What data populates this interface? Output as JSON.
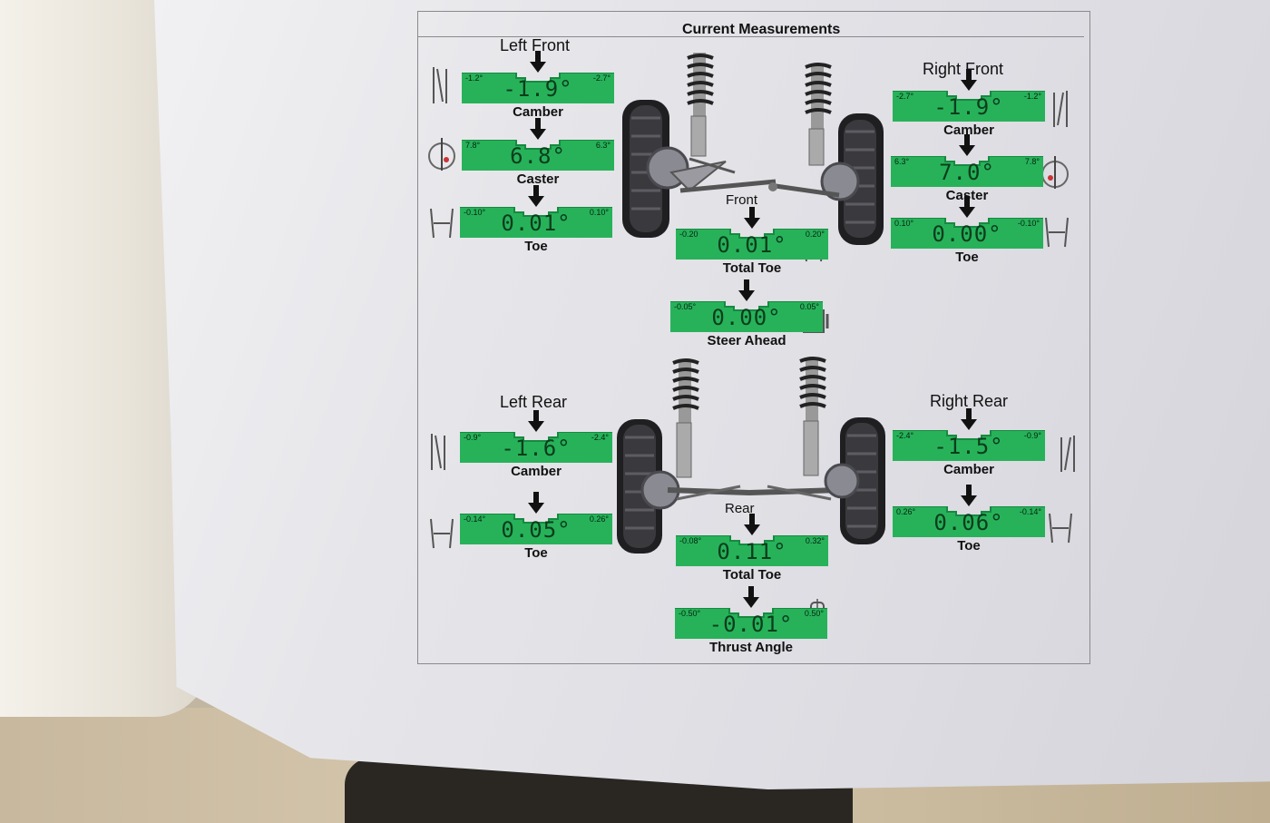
{
  "header": {
    "title": "Current Measurements"
  },
  "front": {
    "label": "Front",
    "left": {
      "title": "Left Front",
      "camber": {
        "label": "Camber",
        "value": "-1.9°",
        "min": "-1.2°",
        "max": "-2.7°"
      },
      "caster": {
        "label": "Caster",
        "value": "6.8°",
        "min": "7.8°",
        "max": "6.3°"
      },
      "toe": {
        "label": "Toe",
        "value": "0.01°",
        "min": "-0.10°",
        "max": "0.10°"
      }
    },
    "right": {
      "title": "Right Front",
      "camber": {
        "label": "Camber",
        "value": "-1.9°",
        "min": "-2.7°",
        "max": "-1.2°"
      },
      "caster": {
        "label": "Caster",
        "value": "7.0°",
        "min": "6.3°",
        "max": "7.8°"
      },
      "toe": {
        "label": "Toe",
        "value": "0.00°",
        "min": "0.10°",
        "max": "-0.10°"
      }
    },
    "total_toe": {
      "label": "Total Toe",
      "value": "0.01°",
      "min": "-0.20",
      "max": "0.20°"
    },
    "steer_ahead": {
      "label": "Steer Ahead",
      "value": "0.00°",
      "min": "-0.05°",
      "max": "0.05°"
    }
  },
  "rear": {
    "label": "Rear",
    "left": {
      "title": "Left Rear",
      "camber": {
        "label": "Camber",
        "value": "-1.6°",
        "min": "-0.9°",
        "max": "-2.4°"
      },
      "toe": {
        "label": "Toe",
        "value": "0.05°",
        "min": "-0.14°",
        "max": "0.26°"
      }
    },
    "right": {
      "title": "Right Rear",
      "camber": {
        "label": "Camber",
        "value": "-1.5°",
        "min": "-2.4°",
        "max": "-0.9°"
      },
      "toe": {
        "label": "Toe",
        "value": "0.06°",
        "min": "0.26°",
        "max": "-0.14°"
      }
    },
    "total_toe": {
      "label": "Total Toe",
      "value": "0.11°",
      "min": "-0.08°",
      "max": "0.32°"
    },
    "thrust_angle": {
      "label": "Thrust Angle",
      "value": "-0.01°",
      "min": "-0.50°",
      "max": "0.50°"
    }
  },
  "colors": {
    "gauge_green": "#27b25a",
    "gauge_dark": "#168a40",
    "ink": "#111111"
  }
}
